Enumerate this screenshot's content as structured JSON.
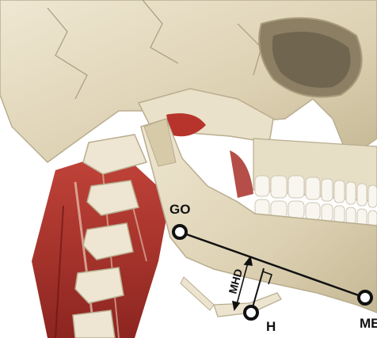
{
  "labels": {
    "go": "GO",
    "me": "ME",
    "h": "H",
    "mhd": "MHD"
  },
  "colors": {
    "bone": "#e6dcc3",
    "bone_shadow": "#b9ad8f",
    "muscle": "#b7342c",
    "muscle_dark": "#7e1e1a",
    "teeth": "#f8f6ef",
    "line": "#111111",
    "background": "#ffffff"
  }
}
